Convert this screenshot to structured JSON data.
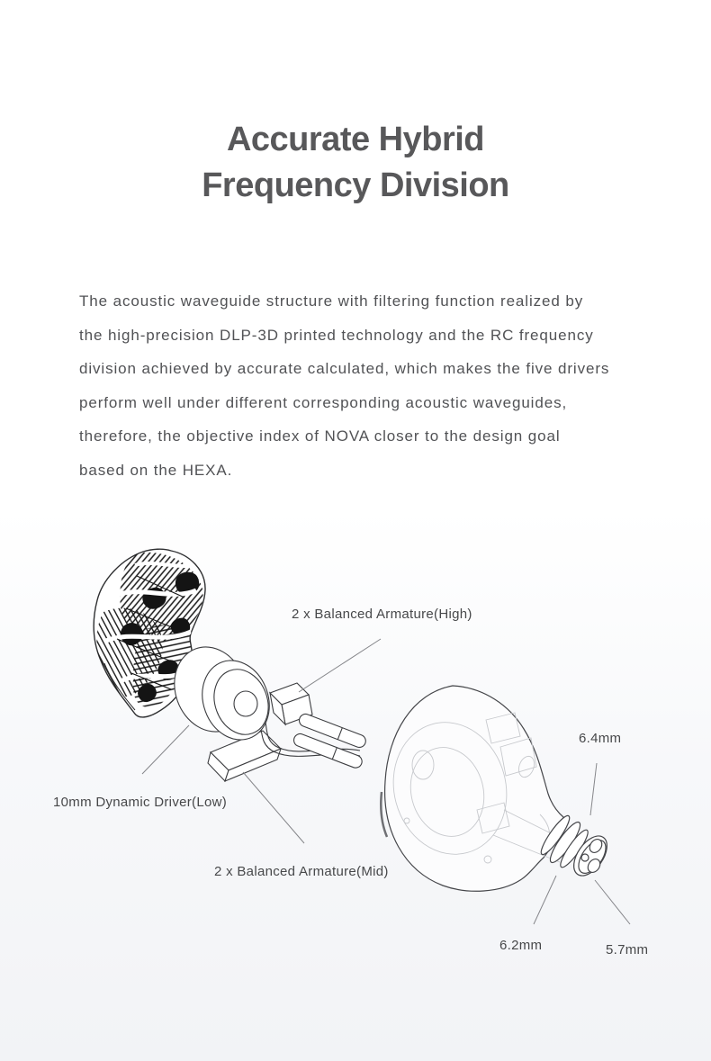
{
  "title": {
    "line1": "Accurate Hybrid",
    "line2": "Frequency Division"
  },
  "paragraph": {
    "lines": [
      "The acoustic waveguide structure with filtering function realized by",
      "the high-precision DLP-3D printed technology and the RC frequency",
      "division achieved by accurate calculated, which makes the five drivers",
      "perform well under different corresponding acoustic waveguides,",
      "therefore, the objective index of NOVA closer to the design goal",
      "based on the HEXA."
    ]
  },
  "diagram": {
    "labels": {
      "ba_high": "2 x Balanced Armature(High)",
      "dd_low": "10mm Dynamic Driver(Low)",
      "ba_mid": "2 x Balanced Armature(Mid)",
      "dim_top": "6.4mm",
      "dim_left": "6.2mm",
      "dim_right": "5.7mm"
    }
  },
  "colors": {
    "title_text": "#58585a",
    "body_text": "#515255",
    "label_text": "#47484a",
    "line_art": "#3c3d40",
    "ghost_art": "#c7c9cd",
    "leader_line": "#85868a",
    "background_top": "#ffffff",
    "background_bottom": "#f2f3f6"
  }
}
